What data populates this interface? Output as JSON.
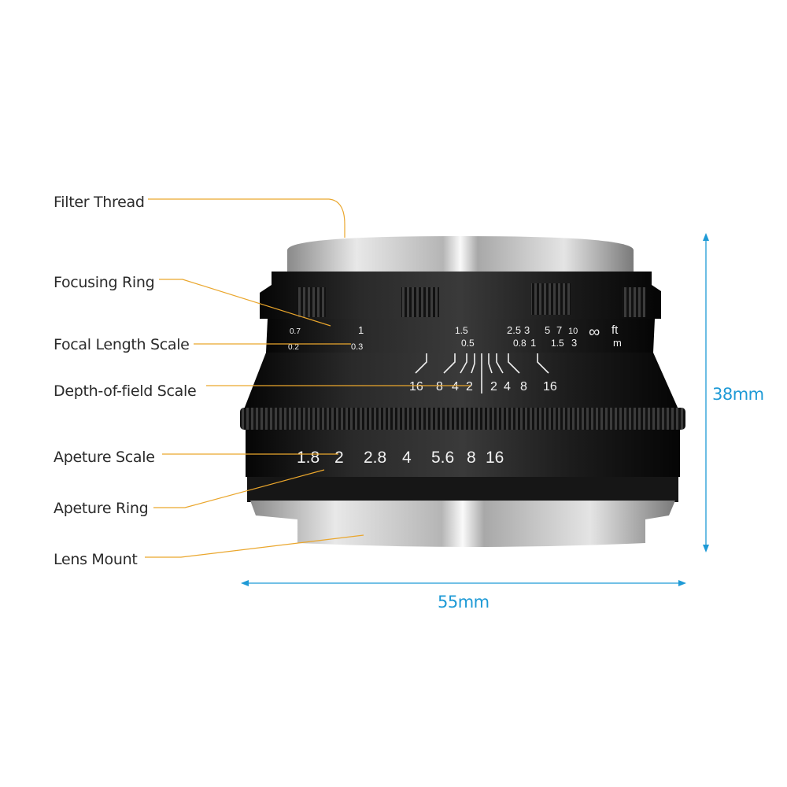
{
  "labels": {
    "filter_thread": "Filter Thread",
    "focusing_ring": "Focusing Ring",
    "focal_length_scale": "Focal Length Scale",
    "dof_scale": "Depth-of-field Scale",
    "aperture_scale": "Apeture Scale",
    "aperture_ring": "Apeture Ring",
    "lens_mount": "Lens Mount"
  },
  "dimensions": {
    "height": "38mm",
    "width": "55mm"
  },
  "lens_markings": {
    "distance_ft": [
      "0.7",
      "1",
      "1.5",
      "2.5",
      "3",
      "5",
      "7",
      "10"
    ],
    "distance_m": [
      "0.2",
      "0.3",
      "0.5",
      "0.8",
      "1",
      "1.5",
      "3"
    ],
    "infinity": "∞",
    "unit_ft": "ft",
    "unit_m": "m",
    "dof_left": [
      "16",
      "8",
      "4",
      "2"
    ],
    "dof_right": [
      "2",
      "4",
      "8",
      "16"
    ],
    "apertures": [
      "1.8",
      "2",
      "2.8",
      "4",
      "5.6",
      "8",
      "16"
    ]
  },
  "colors": {
    "leader_line": "#eaa62c",
    "dimension": "#1e9ad6",
    "label_text": "#2b2b2b"
  }
}
